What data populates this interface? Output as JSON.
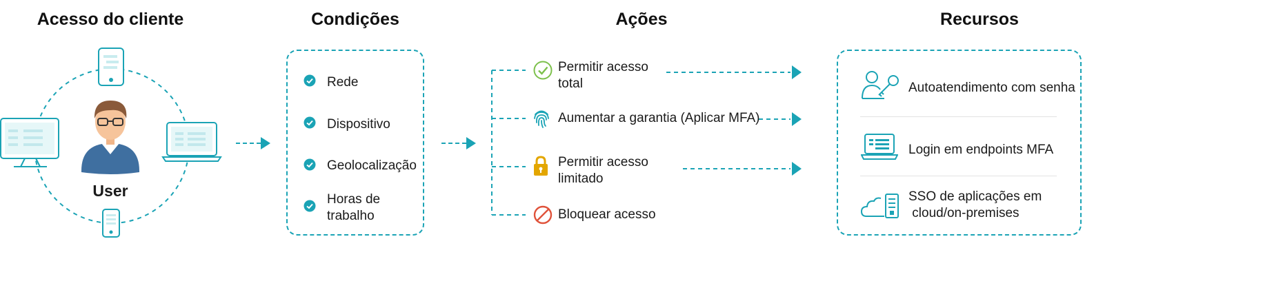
{
  "columns": {
    "client": "Acesso do cliente",
    "conditions": "Condições",
    "actions": "Ações",
    "resources": "Recursos"
  },
  "client": {
    "user_label": "User"
  },
  "conditions": [
    "Rede",
    "Dispositivo",
    "Geolocalização",
    "Horas de\ntrabalho"
  ],
  "actions": [
    {
      "label": "Permitir acesso\ntotal",
      "icon": "check-circle-icon"
    },
    {
      "label": "Aumentar a garantia (Aplicar MFA)",
      "icon": "fingerprint-icon"
    },
    {
      "label": "Permitir acesso\nlimitado",
      "icon": "lock-icon"
    },
    {
      "label": "Bloquear acesso",
      "icon": "block-icon"
    }
  ],
  "resources": [
    {
      "label": "Autoatendimento com senha",
      "icon": "user-key-icon"
    },
    {
      "label": "Login em endpoints MFA",
      "icon": "laptop-icon"
    },
    {
      "label": "SSO de aplicações em\n cloud/on-premises",
      "icon": "cloud-server-icon"
    }
  ],
  "colors": {
    "accent": "#1aa3b5",
    "check_green": "#7cc04b",
    "lock_gold": "#e3a600",
    "block_red": "#e0523a",
    "user_shirt": "#3f6fa0",
    "user_skin": "#f6c49b",
    "user_hair": "#8a5a3a"
  }
}
